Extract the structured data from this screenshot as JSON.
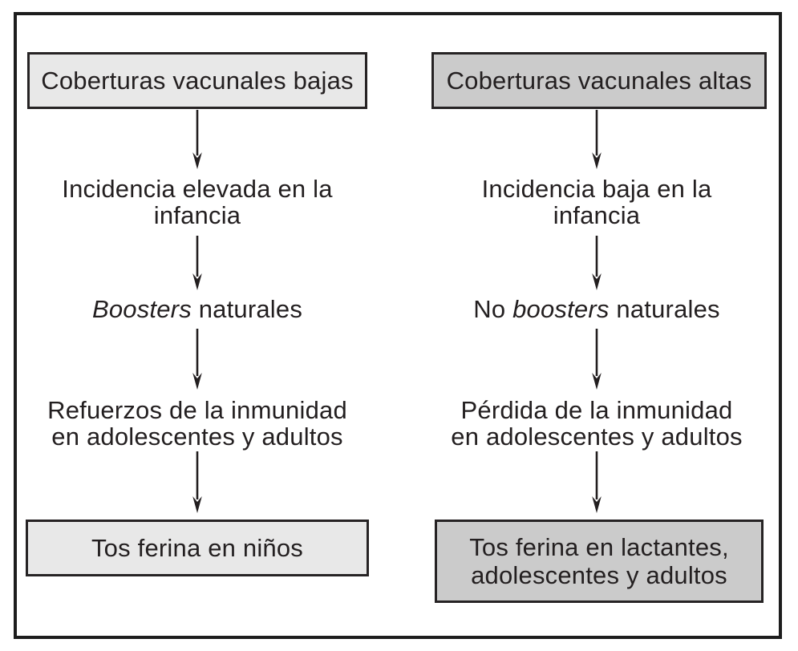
{
  "figure": {
    "type": "flowchart",
    "language": "es",
    "columns": [
      {
        "id": "coberturas-vacunales-bajas",
        "top_box": {
          "label": "Coberturas vacunales bajas"
        },
        "incidencia": {
          "lines": [
            "Incidencia elevada en la",
            "infancia"
          ]
        },
        "boosters": {
          "pre": "",
          "italic": "Boosters",
          "post": " naturales"
        },
        "inmunidad": {
          "lines": [
            "Refuerzos de la inmunidad",
            "en adolescentes y adultos"
          ]
        },
        "bottom_box": {
          "lines": [
            "Tos ferina en niños"
          ]
        }
      },
      {
        "id": "coberturas-vacunales-altas",
        "top_box": {
          "label": "Coberturas vacunales altas"
        },
        "incidencia": {
          "lines": [
            "Incidencia baja en la",
            "infancia"
          ]
        },
        "boosters": {
          "pre": "No ",
          "italic": "boosters",
          "post": " naturales"
        },
        "inmunidad": {
          "lines": [
            "Pérdida de la inmunidad",
            "en adolescentes y adultos"
          ]
        },
        "bottom_box": {
          "lines": [
            "Tos ferina en lactantes,",
            "adolescentes y adultos"
          ]
        }
      }
    ]
  },
  "colors": {
    "box_light": "#e8e8e8",
    "box_dark": "#cbcbcb",
    "ink": "#231f20"
  }
}
